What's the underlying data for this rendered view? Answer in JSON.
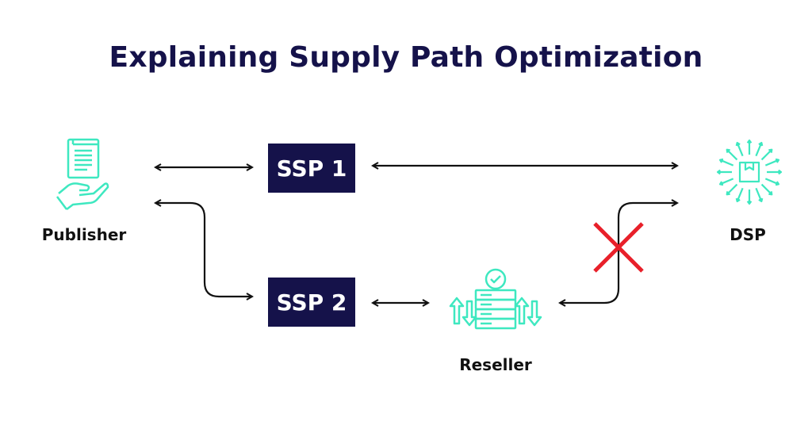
{
  "title": "Explaining Supply Path Optimization",
  "nodes": {
    "publisher": {
      "label": "Publisher",
      "icon": "document-hand-icon"
    },
    "ssp1": {
      "label": "SSP 1"
    },
    "ssp2": {
      "label": "SSP 2"
    },
    "reseller": {
      "label": "Reseller",
      "icon": "server-check-icon"
    },
    "dsp": {
      "label": "DSP",
      "icon": "box-radiating-icon"
    }
  },
  "connections": [
    {
      "from": "Publisher",
      "to": "SSP 1",
      "type": "bidirectional"
    },
    {
      "from": "Publisher",
      "to": "SSP 2",
      "type": "bidirectional"
    },
    {
      "from": "SSP 1",
      "to": "DSP",
      "type": "bidirectional"
    },
    {
      "from": "SSP 2",
      "to": "Reseller",
      "type": "bidirectional"
    },
    {
      "from": "Reseller",
      "to": "DSP",
      "type": "bidirectional",
      "blocked": true
    }
  ],
  "colors": {
    "accent": "#3ee8c0",
    "box": "#15124a",
    "title": "#15124a",
    "blocked": "#e8202a"
  }
}
